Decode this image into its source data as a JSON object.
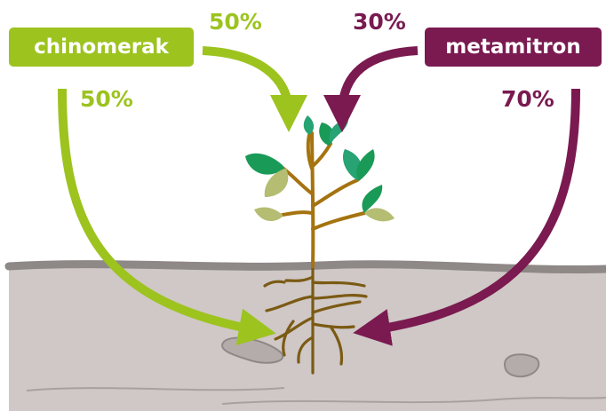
{
  "colors": {
    "chinomerak": "#9dc31f",
    "metamitron": "#7a1a50",
    "soil": "#cfc8c6",
    "soil_edge": "#8e8886",
    "stem": "#a5730f",
    "root": "#7b5a14",
    "leaf_dark": "#1a9a57",
    "leaf_mid": "#27a374",
    "leaf_light": "#b4bd72"
  },
  "substances": {
    "left": {
      "name": "chinomerak",
      "leaf_uptake": "50%",
      "root_uptake": "50%"
    },
    "right": {
      "name": "metamitron",
      "leaf_uptake": "30%",
      "root_uptake": "70%"
    }
  },
  "icons": [
    "plant-icon",
    "soil-ground",
    "arrow-icon"
  ]
}
